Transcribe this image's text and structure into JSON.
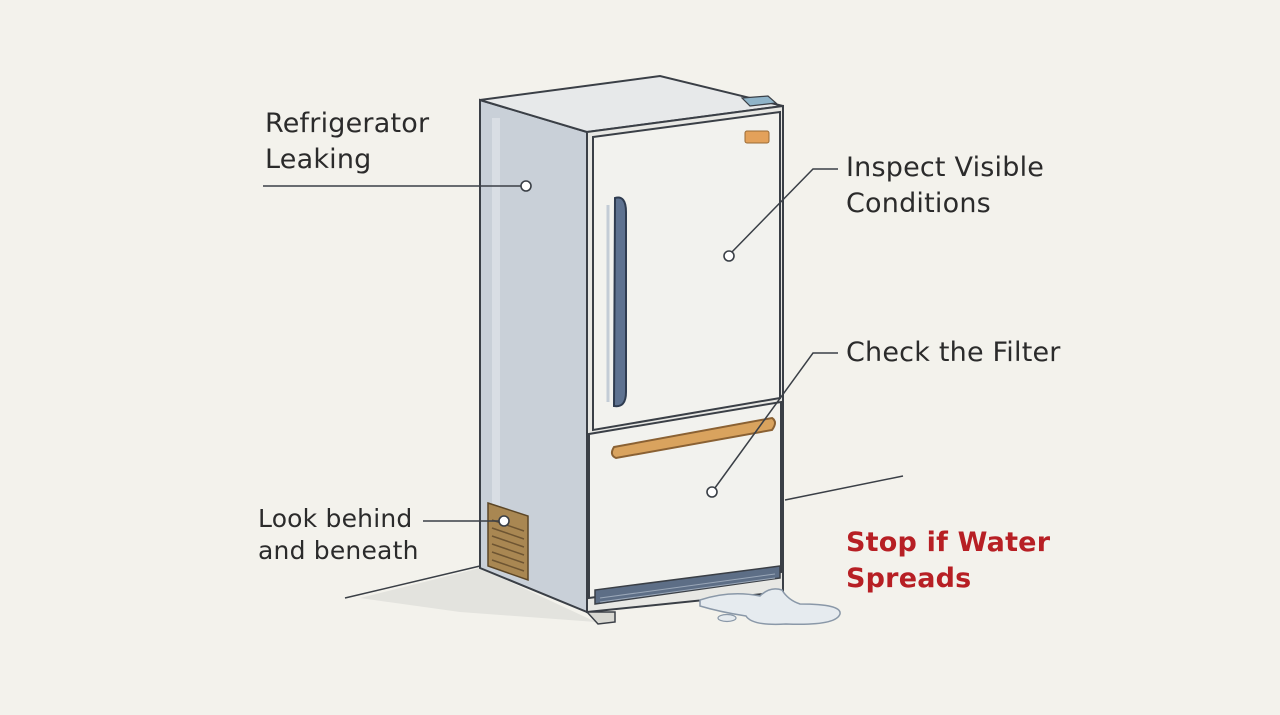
{
  "title": "",
  "labels": {
    "refrigerator_leaking": "Refrigerator\nLeaking",
    "inspect_visible_conditions": "Inspect Visible\nConditions",
    "check_the_filter": "Check the Filter",
    "look_behind_and_beneath": "Look behind\nand beneath",
    "stop_if_water_spreads": "Stop if Water\nSpreads"
  },
  "colors": {
    "background": "#f3f2ec",
    "outline": "#3a3f46",
    "fridge_front": "#f2f2ee",
    "fridge_side": "#c9d0d8",
    "freezer_handle": "#d9a35e",
    "fridge_handle": "#5e7290",
    "vent": "#a98752",
    "warning_text": "#b71f24",
    "water": "#e6ebef"
  },
  "icons": [
    "refrigerator-illustration",
    "water-puddle-icon",
    "rear-vent-icon"
  ]
}
